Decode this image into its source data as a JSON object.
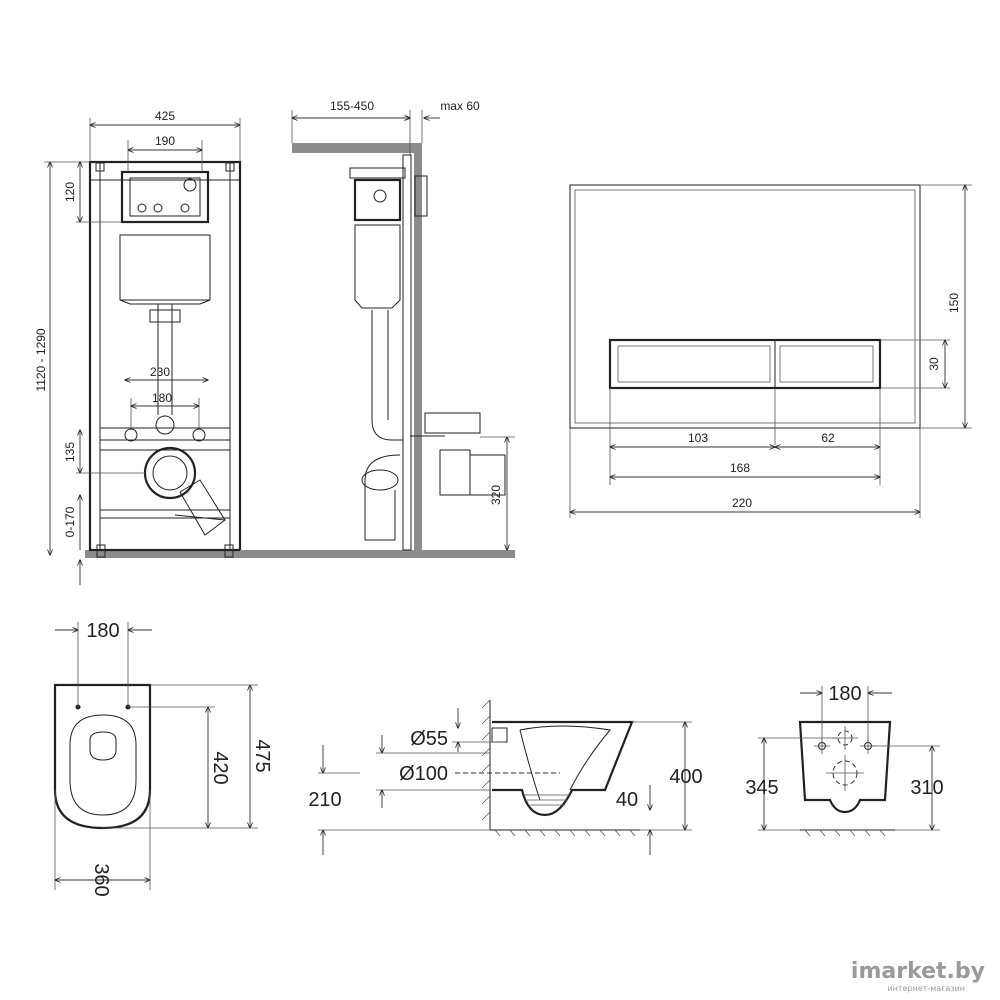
{
  "frame_front": {
    "width": "425",
    "panel_mount": "190",
    "height_range": "1120 - 1290",
    "top_offset": "120",
    "outlet_spacing_outer": "230",
    "outlet_spacing_inner": "180",
    "outlet_height": "135",
    "floor_adjust": "0-170"
  },
  "frame_side": {
    "depth_range": "155-450",
    "max_wall": "max 60",
    "drain_height": "320"
  },
  "flush_plate": {
    "height": "150",
    "button_height": "30",
    "left_button": "103",
    "right_button": "62",
    "buttons_total": "168",
    "width": "220"
  },
  "bowl_top": {
    "bolt_spacing": "180",
    "inner_length": "420",
    "length": "475",
    "width": "360"
  },
  "bowl_side": {
    "water_inlet": "Ø55",
    "drain_outlet": "Ø100",
    "drain_height": "210",
    "rim_height": "400",
    "trap_offset": "40"
  },
  "bowl_back": {
    "bolt_spacing": "180",
    "left_height": "345",
    "right_height": "310"
  },
  "watermark": {
    "brand": "imarket.by",
    "tagline": "интернет-магазин"
  }
}
